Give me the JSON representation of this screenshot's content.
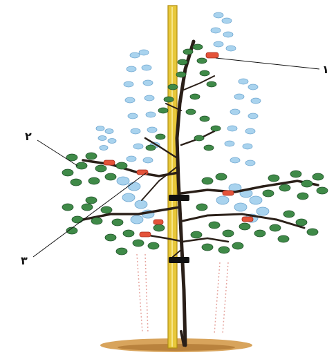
{
  "labels": {
    "one": "۱",
    "two": "۲",
    "three": "۳"
  },
  "colors": {
    "stake": "#e8c83a",
    "stake_edge": "#b08e12",
    "trunk": "#2a1f18",
    "leaf_dark": "#2f6f3c",
    "leaf_mid": "#4f9a55",
    "leaf_light": "#9fc9e6",
    "cut": "#e4533a",
    "soil": "#d8a45c",
    "tie": "#111111"
  }
}
